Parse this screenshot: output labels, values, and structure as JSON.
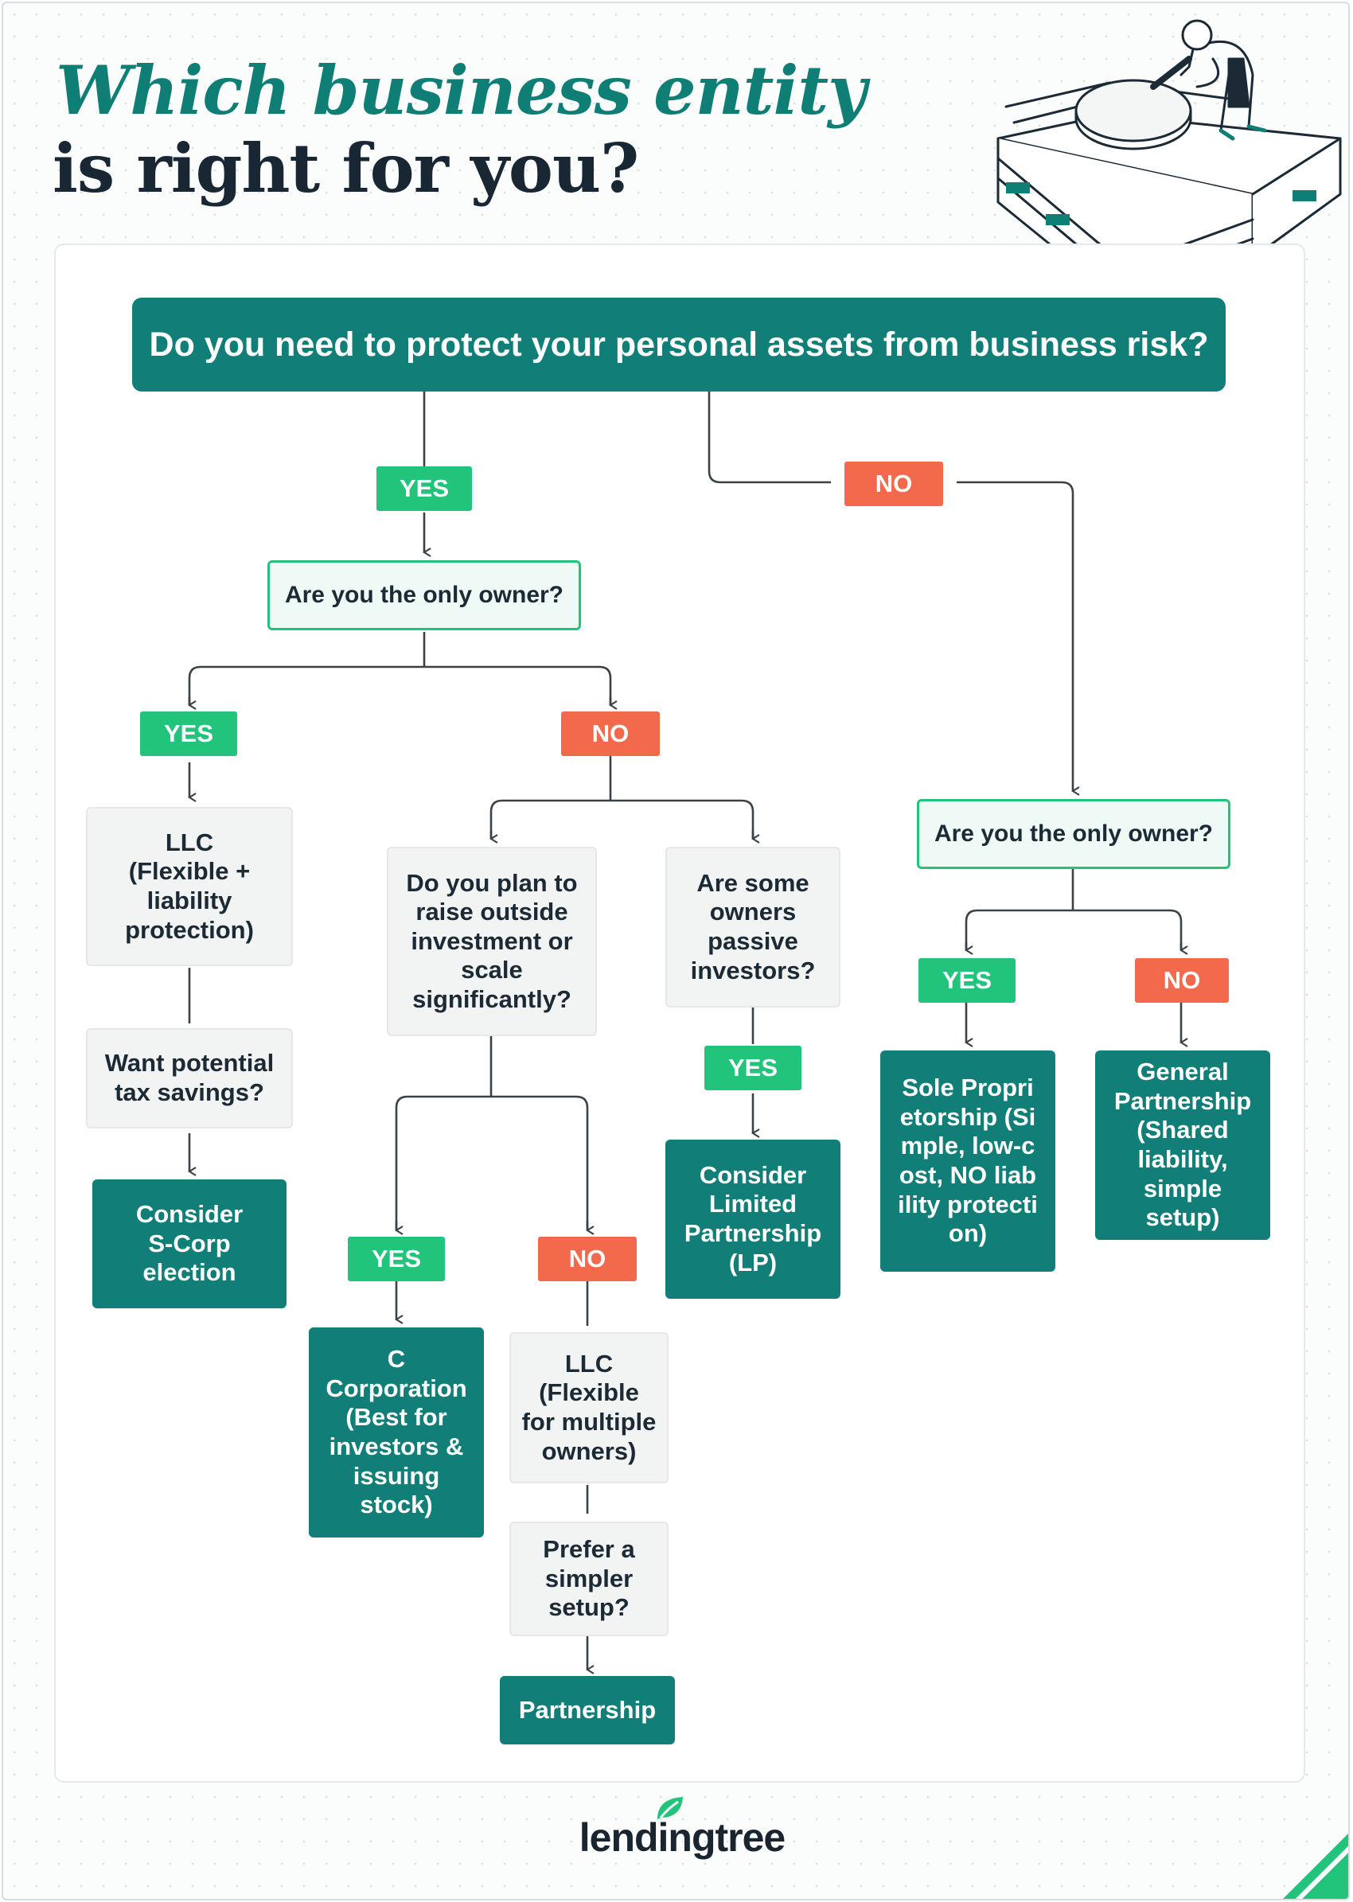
{
  "title": {
    "line1": "Which business entity",
    "line2": "is right for you?"
  },
  "nodes": {
    "main_question": "Do you need to protect your personal assets from business risk?",
    "only_owner_left": "Are you the only owner?",
    "only_owner_right": "Are you the only owner?",
    "llc_single": "LLC (Flexible + liability protection)",
    "tax_savings": "Want potential tax savings?",
    "scorp": "Consider S-Corp election",
    "raise_investment": "Do you plan to raise outside investment or scale significantly?",
    "passive_investors": "Are some owners passive investors?",
    "limited_partnership": "Consider Limited Partnership (LP)",
    "c_corp": "C Corporation (Best for investors & issuing stock)",
    "llc_multi": "LLC (Flexible for multiple owners)",
    "simpler_setup": "Prefer a simpler setup?",
    "partnership": "Partnership",
    "sole_prop": "Sole Proprietorship (Simple, low-cost, NO liability protection)",
    "general_partnership": "General Partnership (Shared liability, simple setup)"
  },
  "labels": {
    "yes": "YES",
    "no": "NO"
  },
  "brand": {
    "logo_text": "lendingtree",
    "colors": {
      "teal": "#117f77",
      "title_teal": "#0f7f76",
      "yes_green": "#22c47b",
      "no_orange": "#f26a4b",
      "dark": "#182733"
    }
  }
}
